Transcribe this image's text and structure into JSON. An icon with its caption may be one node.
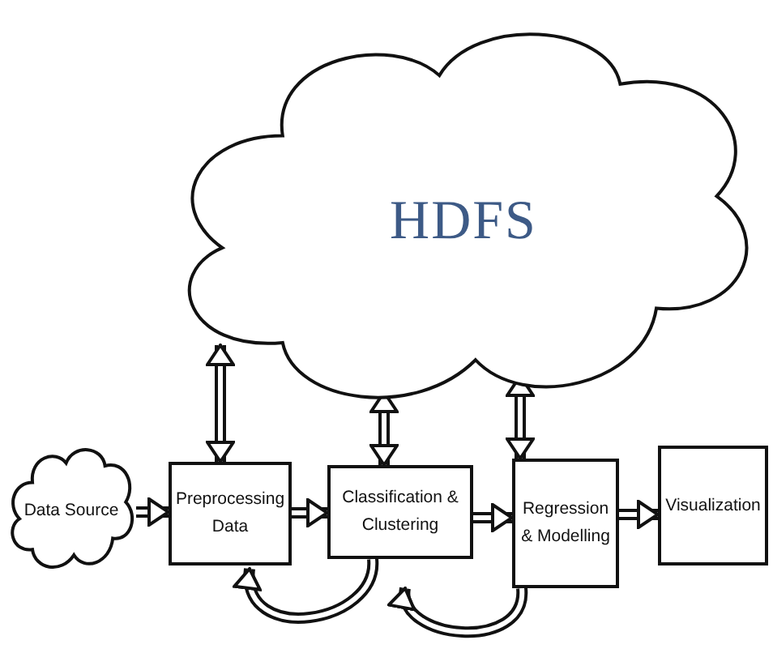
{
  "diagram": {
    "nodes": [
      {
        "text": [
          "HDFS"
        ]
      },
      {
        "text": [
          "Data Source"
        ]
      },
      {
        "text": [
          "Preprocessing Data"
        ]
      },
      {
        "text": [
          "Classification & Clustering"
        ]
      },
      {
        "text": [
          "Regression & Modelling"
        ]
      },
      {
        "text": [
          "Visualization"
        ]
      }
    ],
    "edges": [
      {
        "from": 1,
        "to": 2,
        "arrow": "to"
      },
      {
        "from": 2,
        "to": 3,
        "arrow": "to"
      },
      {
        "from": 3,
        "to": 4,
        "arrow": "to"
      },
      {
        "from": 4,
        "to": 5,
        "arrow": "to"
      },
      {
        "from": 0,
        "to": 2,
        "arrow": "both"
      },
      {
        "from": 0,
        "to": 3,
        "arrow": "both"
      },
      {
        "from": 0,
        "to": 4,
        "arrow": "both"
      },
      {
        "from": 3,
        "to": 2,
        "arrow": "to"
      },
      {
        "from": 4,
        "to": 3,
        "arrow": "to"
      }
    ]
  }
}
